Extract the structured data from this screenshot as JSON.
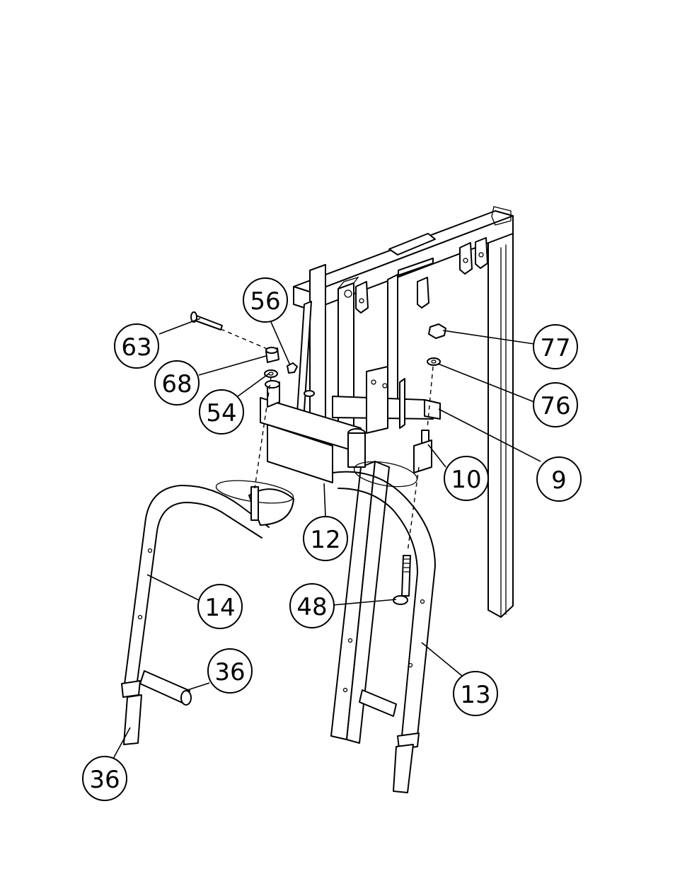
{
  "part_callouts": [
    {
      "id": "p56",
      "number": "56"
    },
    {
      "id": "p63",
      "number": "63"
    },
    {
      "id": "p68",
      "number": "68"
    },
    {
      "id": "p54",
      "number": "54"
    },
    {
      "id": "p77",
      "number": "77"
    },
    {
      "id": "p76",
      "number": "76"
    },
    {
      "id": "p9",
      "number": "9"
    },
    {
      "id": "p10",
      "number": "10"
    },
    {
      "id": "p12",
      "number": "12"
    },
    {
      "id": "p14",
      "number": "14"
    },
    {
      "id": "p48",
      "number": "48"
    },
    {
      "id": "p36a",
      "number": "36"
    },
    {
      "id": "p13",
      "number": "13"
    },
    {
      "id": "p36b",
      "number": "36"
    }
  ],
  "colors": {
    "line": "#000000",
    "background": "#ffffff"
  }
}
